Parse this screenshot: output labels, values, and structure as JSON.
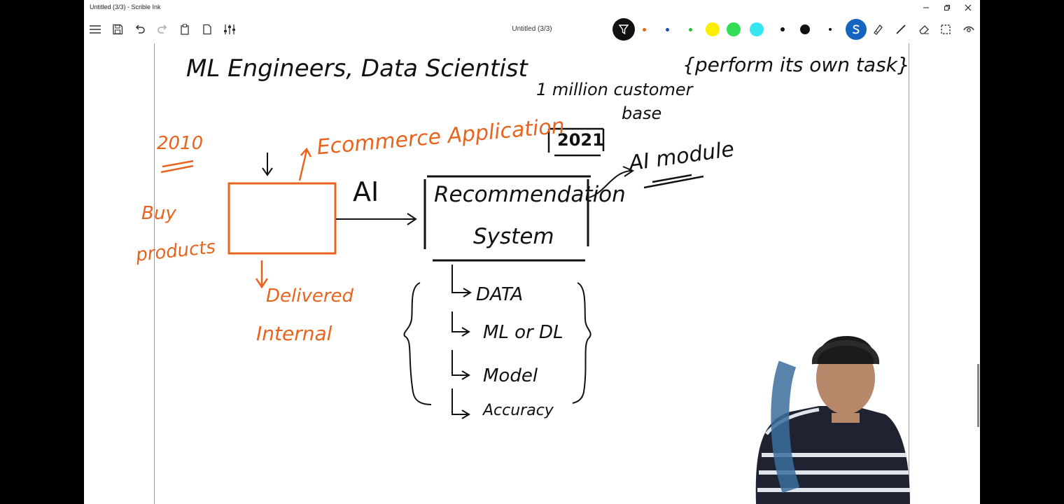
{
  "window": {
    "title": "Untitled (3/3) - Scrible Ink",
    "document_title": "Untitled (3/3)"
  },
  "toolbar": {
    "pen_colors": [
      "#e8641e",
      "#1a4fb8",
      "#2bbf3a",
      "#ffee00",
      "#33dd55",
      "#33e6f0",
      "#111111",
      "#111111",
      "#111111"
    ],
    "accent": "#1565c0"
  },
  "ink": {
    "heading": "ML Engineers, Data Scientist",
    "top_right": "{perform its own task}",
    "customer_line1": "1 million customer",
    "customer_line2": "base",
    "year_2021": "2021",
    "year_2010": "2010",
    "ecommerce": "Ecommerce Application",
    "ai_label": "AI",
    "ai_module": "AI module",
    "buy": "Buy",
    "products": "products",
    "delivered": "Delivered",
    "internal": "Internal",
    "rec_line1": "Recommendation",
    "rec_line2": "System",
    "steps": [
      "DATA",
      "ML or DL",
      "Model",
      "Accuracy"
    ]
  }
}
